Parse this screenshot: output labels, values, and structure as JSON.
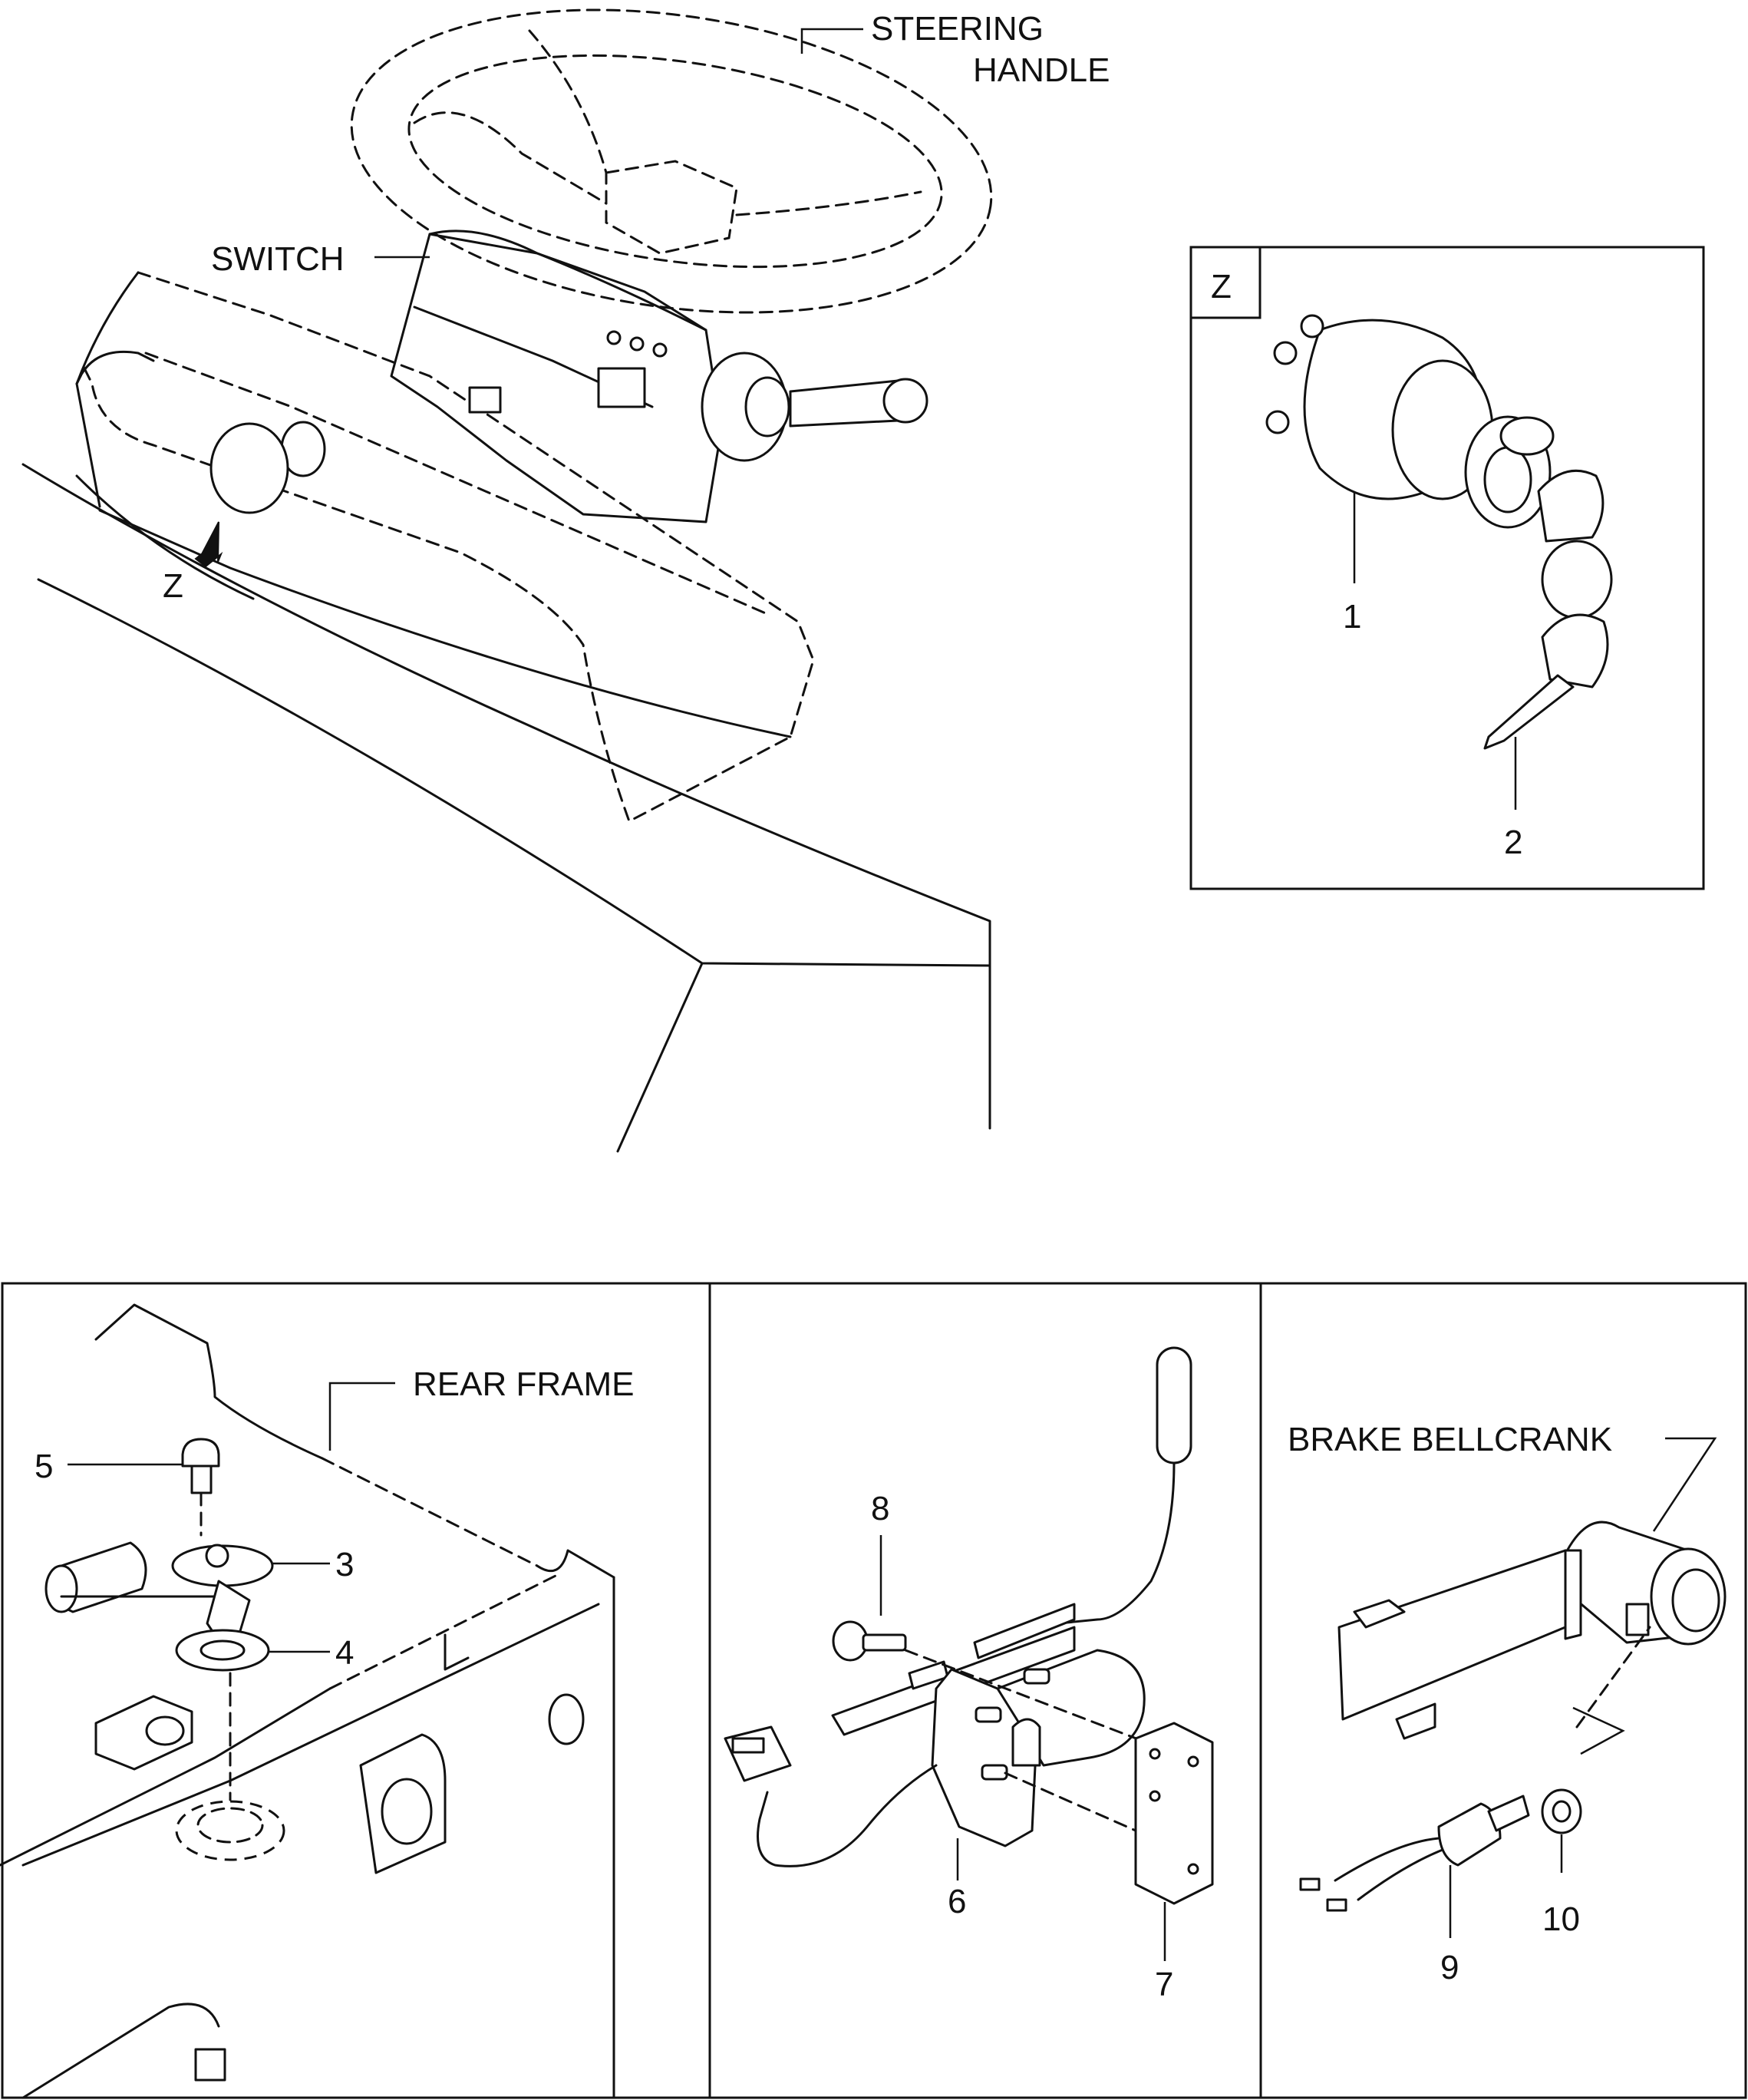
{
  "labels": {
    "steering_handle_line1": "STEERING",
    "steering_handle_line2": "HANDLE",
    "switch": "SWITCH",
    "view_z": "Z",
    "detail_z": "Z",
    "rear_frame": "REAR FRAME",
    "brake_bellcrank": "BRAKE BELLCRANK"
  },
  "callouts": {
    "p1": "1",
    "p2": "2",
    "p3": "3",
    "p4": "4",
    "p5": "5",
    "p6": "6",
    "p7": "7",
    "p8": "8",
    "p9": "9",
    "p10": "10"
  },
  "colors": {
    "ink": "#111111",
    "paper": "#ffffff"
  }
}
